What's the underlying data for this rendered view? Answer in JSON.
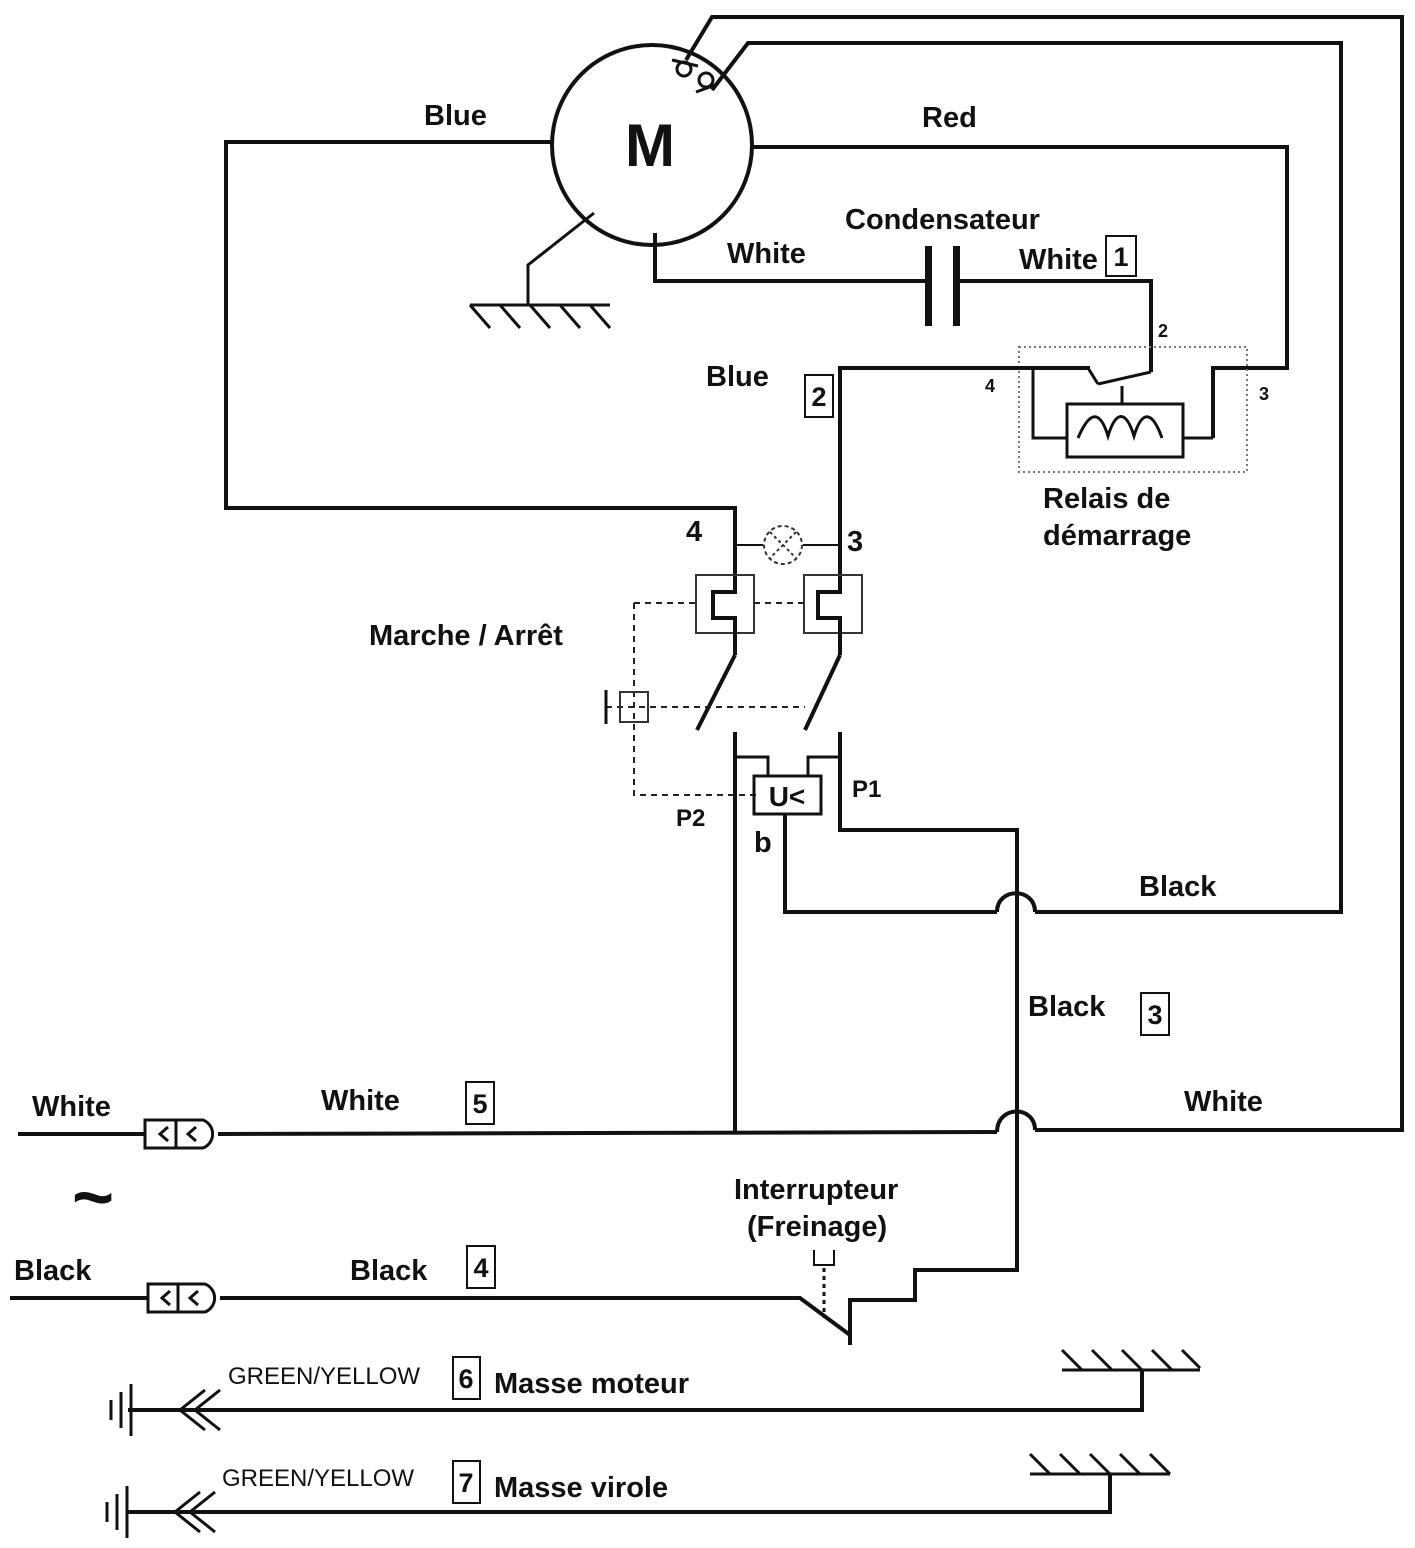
{
  "motor": {
    "label": "M"
  },
  "wires": {
    "blue_top": "Blue",
    "red_top": "Red",
    "white_cap_left": "White",
    "white_cap_right": "White",
    "blue_mid": "Blue",
    "black_right": "Black",
    "black_vertical": "Black",
    "white_in": "White",
    "white_mid": "White",
    "white_right": "White",
    "black_in": "Black",
    "black_mid": "Black",
    "green_yellow_1": "GREEN/YELLOW",
    "green_yellow_2": "GREEN/YELLOW"
  },
  "components": {
    "capacitor": "Condensateur",
    "relay_line1": "Relais de",
    "relay_line2": "démarrage",
    "switch": "Marche / Arrêt",
    "brake_line1": "Interrupteur",
    "brake_line2": "(Freinage)",
    "undervoltage": "U<",
    "ground_motor": "Masse moteur",
    "ground_ferrule": "Masse virole",
    "ac_symbol": "~"
  },
  "terminals": {
    "relay_2": "2",
    "relay_4": "4",
    "relay_3": "3",
    "switch_4": "4",
    "switch_3": "3",
    "p1": "P1",
    "p2": "P2",
    "b": "b"
  },
  "wire_numbers": {
    "n1": "1",
    "n2": "2",
    "n3": "3",
    "n4": "4",
    "n5": "5",
    "n6": "6",
    "n7": "7"
  }
}
